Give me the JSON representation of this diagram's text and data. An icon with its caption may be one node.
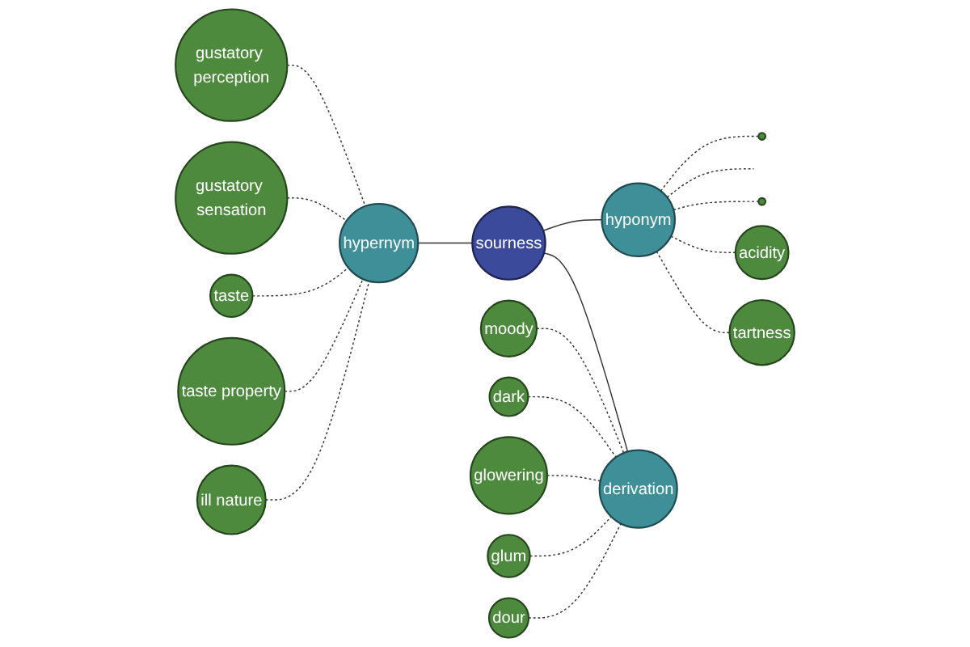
{
  "diagram": {
    "nodes": [
      {
        "text": [],
        "shape": "circle"
      },
      {
        "text": [],
        "shape": "circle"
      },
      {
        "text": [
          "acidity"
        ]
      },
      {
        "text": [
          "hyponym"
        ]
      },
      {
        "text": [
          "gustatory perception"
        ]
      },
      {
        "text": [
          "tartness"
        ]
      },
      {
        "text": [
          "gustatory sensation"
        ]
      },
      {
        "text": [
          "taste"
        ]
      },
      {
        "text": [
          "hypernym"
        ]
      },
      {
        "text": [
          "sourness"
        ]
      },
      {
        "text": [
          "taste property"
        ]
      },
      {
        "text": [
          "ill nature"
        ]
      },
      {
        "text": [
          "moody"
        ]
      },
      {
        "text": [
          "dark"
        ]
      },
      {
        "text": [
          "derivation"
        ]
      },
      {
        "text": [
          "glowering"
        ]
      },
      {
        "text": [
          "glum"
        ]
      },
      {
        "text": [
          "dour"
        ]
      }
    ],
    "edges": [
      {
        "from": 8,
        "to": 9,
        "arrow": "none"
      },
      {
        "from": 9,
        "to": 3,
        "arrow": "none"
      },
      {
        "from": 9,
        "to": 14,
        "arrow": "none"
      },
      {
        "from": 3,
        "to": 0,
        "arrow": "none",
        "style": "dashed"
      },
      {
        "from": 3,
        "to": null,
        "arrow": "none",
        "style": "dashed"
      },
      {
        "from": 3,
        "to": 1,
        "arrow": "none",
        "style": "dashed"
      },
      {
        "from": 3,
        "to": 2,
        "arrow": "none",
        "style": "dashed"
      },
      {
        "from": 3,
        "to": 5,
        "arrow": "none",
        "style": "dashed"
      },
      {
        "from": 4,
        "to": 8,
        "arrow": "none",
        "style": "dashed"
      },
      {
        "from": 6,
        "to": 8,
        "arrow": "none",
        "style": "dashed"
      },
      {
        "from": 7,
        "to": 8,
        "arrow": "none",
        "style": "dashed"
      },
      {
        "from": 10,
        "to": 8,
        "arrow": "none",
        "style": "dashed"
      },
      {
        "from": 11,
        "to": 8,
        "arrow": "none",
        "style": "dashed"
      },
      {
        "from": 12,
        "to": 14,
        "arrow": "none",
        "style": "dashed"
      },
      {
        "from": 13,
        "to": 14,
        "arrow": "none",
        "style": "dashed"
      },
      {
        "from": 15,
        "to": 14,
        "arrow": "none",
        "style": "dashed"
      },
      {
        "from": 16,
        "to": 14,
        "arrow": "none",
        "style": "dashed"
      },
      {
        "from": 17,
        "to": 14,
        "arrow": "none",
        "style": "dashed"
      }
    ]
  }
}
